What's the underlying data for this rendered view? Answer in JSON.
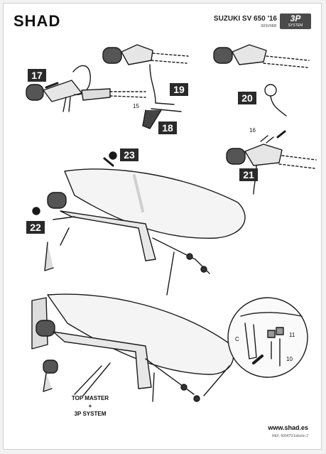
{
  "header": {
    "brand": "SHAD",
    "model": "SUZUKI SV 650 '16",
    "ref_code": "S0SV68IF",
    "system_badge": {
      "main": "3P",
      "sub": "SYSTEM"
    }
  },
  "steps": {
    "s17": "17",
    "s18": "18",
    "s19": "19",
    "s20": "20",
    "s21": "21",
    "s22": "22",
    "s23": "23"
  },
  "callouts": {
    "c15": "15",
    "c16": "16",
    "c11": "11",
    "c10": "10",
    "cC": "C"
  },
  "caption": {
    "line1": "TOP MASTER",
    "line2": "+",
    "line3": "3P SYSTEM"
  },
  "footer": {
    "website": "www.shad.es",
    "ref": "REF. 500479 Edición 2"
  },
  "colors": {
    "step_bg": "#2a2a2a",
    "line": "#1a1a1a",
    "badge_bg": "#4a4a4a"
  }
}
